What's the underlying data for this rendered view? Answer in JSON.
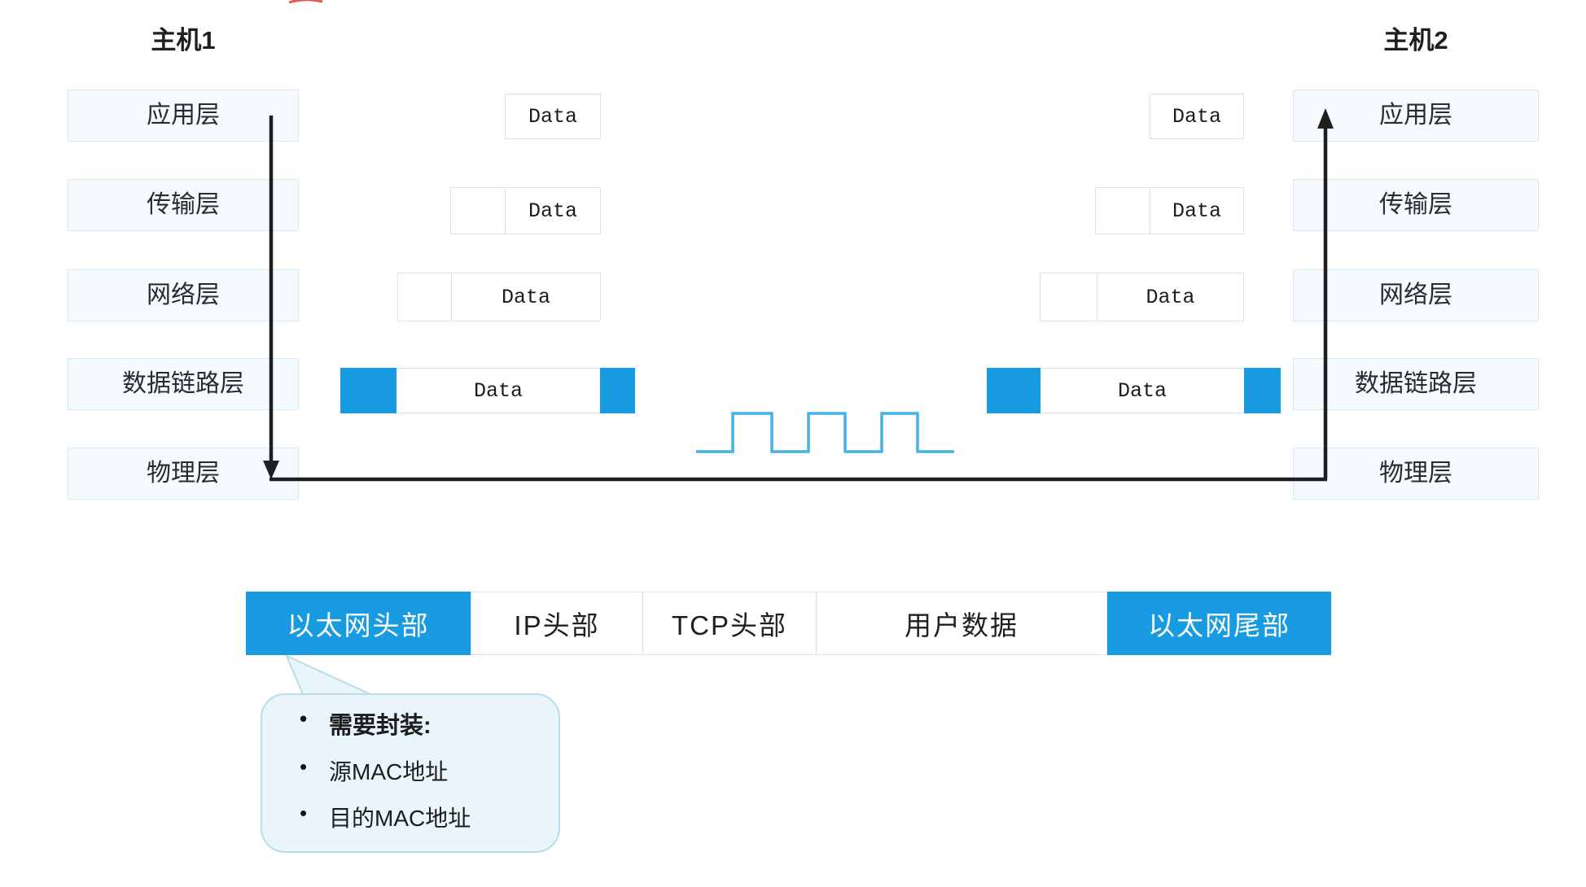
{
  "host1_title": "主机1",
  "host2_title": "主机2",
  "layers": [
    "应用层",
    "传输层",
    "网络层",
    "数据链路层",
    "物理层"
  ],
  "data_label": "Data",
  "frame_cells": {
    "eth_header": "以太网头部",
    "ip_header": "IP头部",
    "tcp_header": "TCP头部",
    "user_data": "用户数据",
    "eth_trailer": "以太网尾部"
  },
  "callout": {
    "line1": "需要封装:",
    "line2": "源MAC地址",
    "line3": "目的MAC地址"
  },
  "colors": {
    "accent_blue": "#189be1",
    "wave_blue": "#47b2e5",
    "box_fill": "#f4fafd",
    "box_border": "#d8e9f1",
    "line_black": "#1f1f1f",
    "callout_fill": "#e9f5fb",
    "callout_border": "#b8dcea",
    "red_mark": "#e4574b"
  }
}
